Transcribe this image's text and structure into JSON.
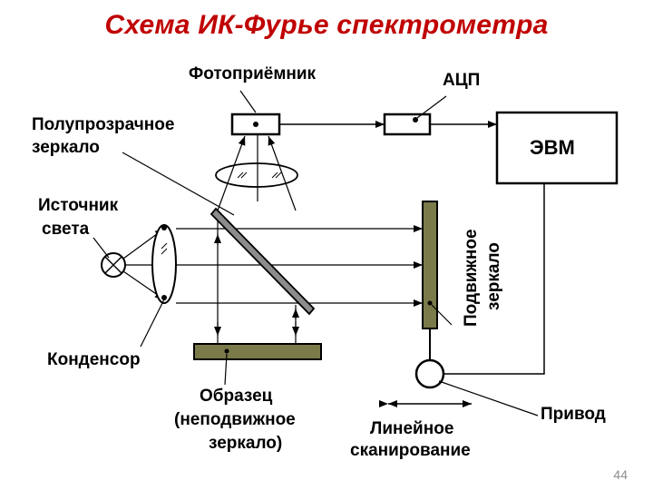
{
  "slide": {
    "title": "Схема ИК-Фурье спектрометра",
    "page_number": "44"
  },
  "labels": {
    "detector": "Фотоприёмник",
    "adc": "АЦП",
    "beamsplitter_line1": "Полупрозрачное",
    "beamsplitter_line2": "зеркало",
    "computer": "ЭВМ",
    "source_line1": "Источник",
    "source_line2": "света",
    "condenser": "Конденсор",
    "sample_line1": "Образец",
    "sample_line2": "(неподвижное",
    "sample_line3": "зеркало)",
    "moving_mirror_line1": "Подвижное",
    "moving_mirror_line2": "зеркало",
    "drive": "Привод",
    "scan_line1": "Линейное",
    "scan_line2": "сканирование"
  },
  "colors": {
    "title": "#c00000",
    "mirror_fill": "#7a7a4a",
    "beamsplitter_fill": "#8c8c8c",
    "line": "#000000"
  }
}
